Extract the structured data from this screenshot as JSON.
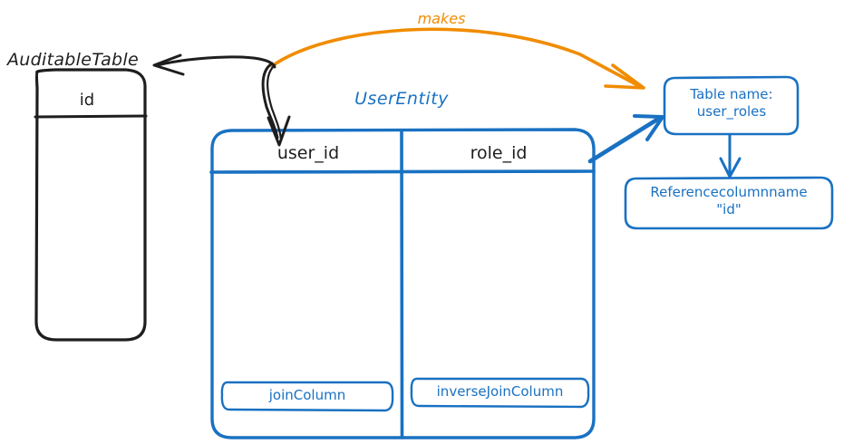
{
  "diagram": {
    "title_hidden": "",
    "colors": {
      "black": "#1e1e1e",
      "blue": "#1971c2",
      "orange": "#f08c00",
      "background": "#ffffff"
    },
    "auditable_table": {
      "title": "AuditableTable",
      "column": "id"
    },
    "user_entity": {
      "title": "UserEntity",
      "columns": [
        "user_id",
        "role_id"
      ],
      "annotations": [
        "joinColumn",
        "inverseJoinColumn"
      ]
    },
    "side_boxes": {
      "table_name": "Table name:\nuser_roles",
      "reference_column": "Referencecolumnname\n\"id\""
    },
    "edges": {
      "makes": "makes"
    }
  }
}
